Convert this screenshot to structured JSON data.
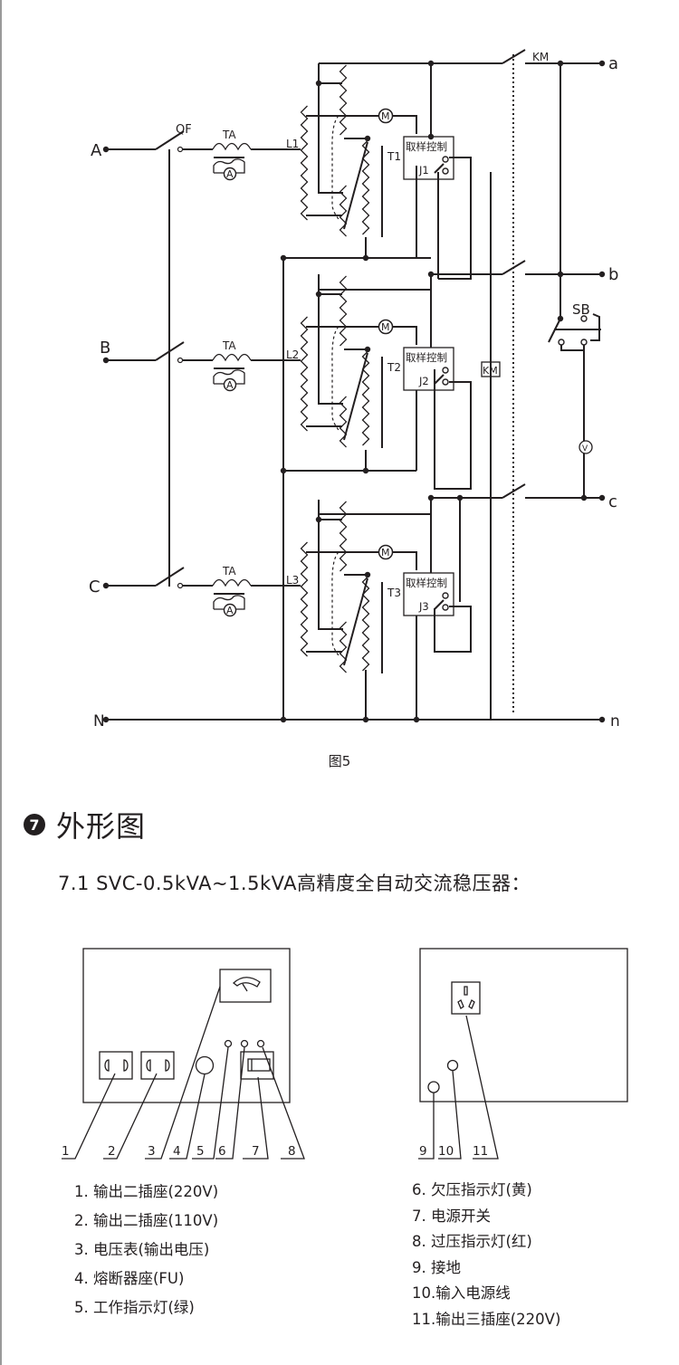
{
  "figure": {
    "caption": "图5",
    "inputs": {
      "A": "A",
      "B": "B",
      "C": "C",
      "N": "N"
    },
    "outputs": {
      "a": "a",
      "b": "b",
      "c": "c",
      "n": "n"
    },
    "breaker_label": "QF",
    "current_transformer_label": "TA",
    "ammeter_symbol": "A",
    "motor_symbol": "M",
    "voltmeter_symbol": "V",
    "contactor_label": "KM",
    "coil_label": "KM",
    "switch_label": "SB",
    "phases": [
      {
        "inductor": "L1",
        "transformer": "T1",
        "control_label": "取样控制",
        "relay": "J1"
      },
      {
        "inductor": "L2",
        "transformer": "T2",
        "control_label": "取样控制",
        "relay": "J2"
      },
      {
        "inductor": "L3",
        "transformer": "T3",
        "control_label": "取样控制",
        "relay": "J3"
      }
    ]
  },
  "section": {
    "number": "7",
    "title": "外形图",
    "subsection": "7.1  SVC-0.5kVA~1.5kVA高精度全自动交流稳压器："
  },
  "front_panel_callouts": [
    "1",
    "2",
    "3",
    "4",
    "5",
    "6",
    "7",
    "8"
  ],
  "back_panel_callouts": [
    "9",
    "10",
    "11"
  ],
  "legend_left": [
    "1. 输出二插座(220V)",
    "2. 输出二插座(110V)",
    "3. 电压表(输出电压)",
    "4. 熔断器座(FU)",
    "5. 工作指示灯(绿)"
  ],
  "legend_right": [
    "6. 欠压指示灯(黄)",
    "7. 电源开关",
    "8. 过压指示灯(红)",
    "9. 接地",
    "10.输入电源线",
    "11.输出三插座(220V)"
  ]
}
